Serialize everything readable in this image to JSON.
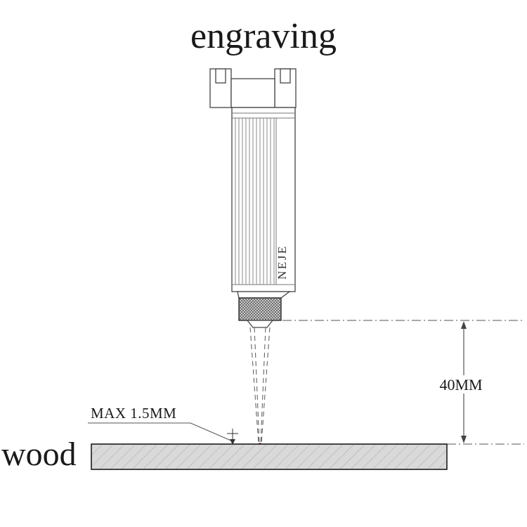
{
  "title": "engraving",
  "module": {
    "brand_label": "NEJE"
  },
  "annotations": {
    "focus_distance_label": "40MM",
    "max_depth_label": "MAX 1.5MM",
    "material_label": "wood"
  },
  "colors": {
    "focal_point": "#cc0000",
    "wood_fill": "#d9d9d9"
  }
}
